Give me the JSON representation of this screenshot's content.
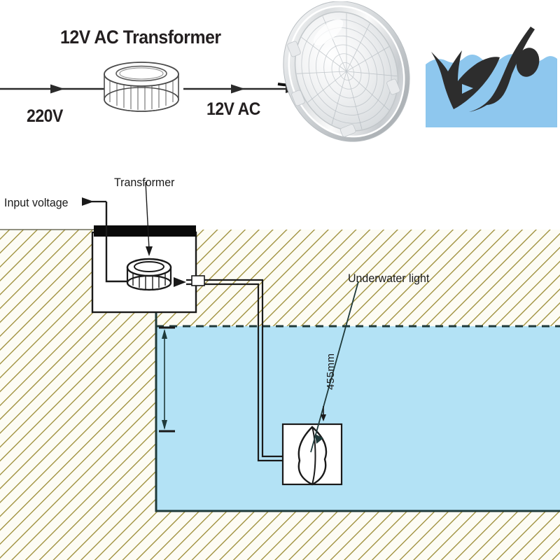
{
  "top_panel": {
    "title": "12V AC Transformer",
    "input_label": "220V",
    "output_label": "12V AC",
    "transformer_icon": "toroidal-transformer",
    "lamp_icon": "par56-led-pool-lamp",
    "logo_icon": "swimmer-in-water-logo",
    "colors": {
      "text": "#231f20",
      "wire": "#2b2b2b",
      "logo_water": "#8ec7ee",
      "logo_figure": "#2d2d2d"
    }
  },
  "bottom_panel": {
    "labels": {
      "input_voltage": "Input voltage",
      "transformer": "Transformer",
      "underwater_light": "Underwater light",
      "depth_dimension": "455mm"
    },
    "icons": {
      "transformer_niche": "transformer-niche-box",
      "toroid": "toroidal-transformer",
      "light_fixture": "underwater-light-fixture",
      "conduit": "conduit-cable-run",
      "water_level": "water-level-dashed-line"
    },
    "colors": {
      "ground_fill": "#fdfcf4",
      "hatch_line": "#9a8b33",
      "water": "#b3e2f5",
      "outline": "#1f3a3a",
      "niche_lid": "#0a0a0a",
      "text": "#1a1a1a"
    },
    "geometry": {
      "ground_surface_y": "328",
      "pool_wall_x": "445",
      "water_surface_y": "466",
      "pool_floor_y": "730"
    }
  }
}
